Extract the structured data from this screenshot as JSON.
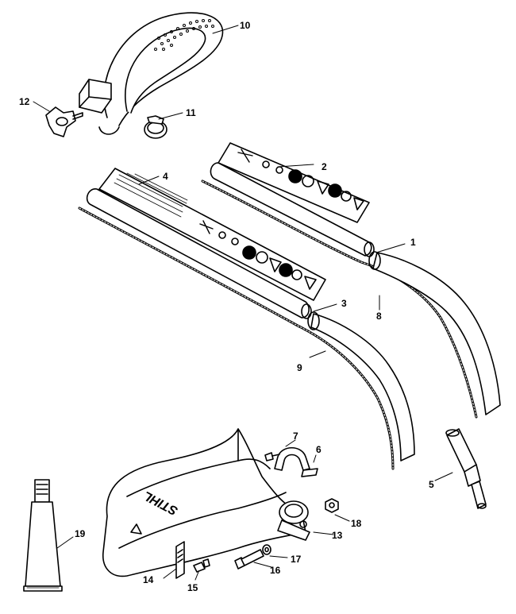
{
  "diagram": {
    "brand_mark": "STIHL",
    "callouts": [
      {
        "id": "c1",
        "label": "1"
      },
      {
        "id": "c2",
        "label": "2"
      },
      {
        "id": "c3",
        "label": "3"
      },
      {
        "id": "c4",
        "label": "4"
      },
      {
        "id": "c5",
        "label": "5"
      },
      {
        "id": "c6",
        "label": "6"
      },
      {
        "id": "c7",
        "label": "7"
      },
      {
        "id": "c8",
        "label": "8"
      },
      {
        "id": "c9",
        "label": "9"
      },
      {
        "id": "c10",
        "label": "10"
      },
      {
        "id": "c11",
        "label": "11"
      },
      {
        "id": "c12",
        "label": "12"
      },
      {
        "id": "c13",
        "label": "13"
      },
      {
        "id": "c14",
        "label": "14"
      },
      {
        "id": "c15",
        "label": "15"
      },
      {
        "id": "c16",
        "label": "16"
      },
      {
        "id": "c17",
        "label": "17"
      },
      {
        "id": "c18",
        "label": "18"
      },
      {
        "id": "c19",
        "label": "19"
      }
    ]
  }
}
